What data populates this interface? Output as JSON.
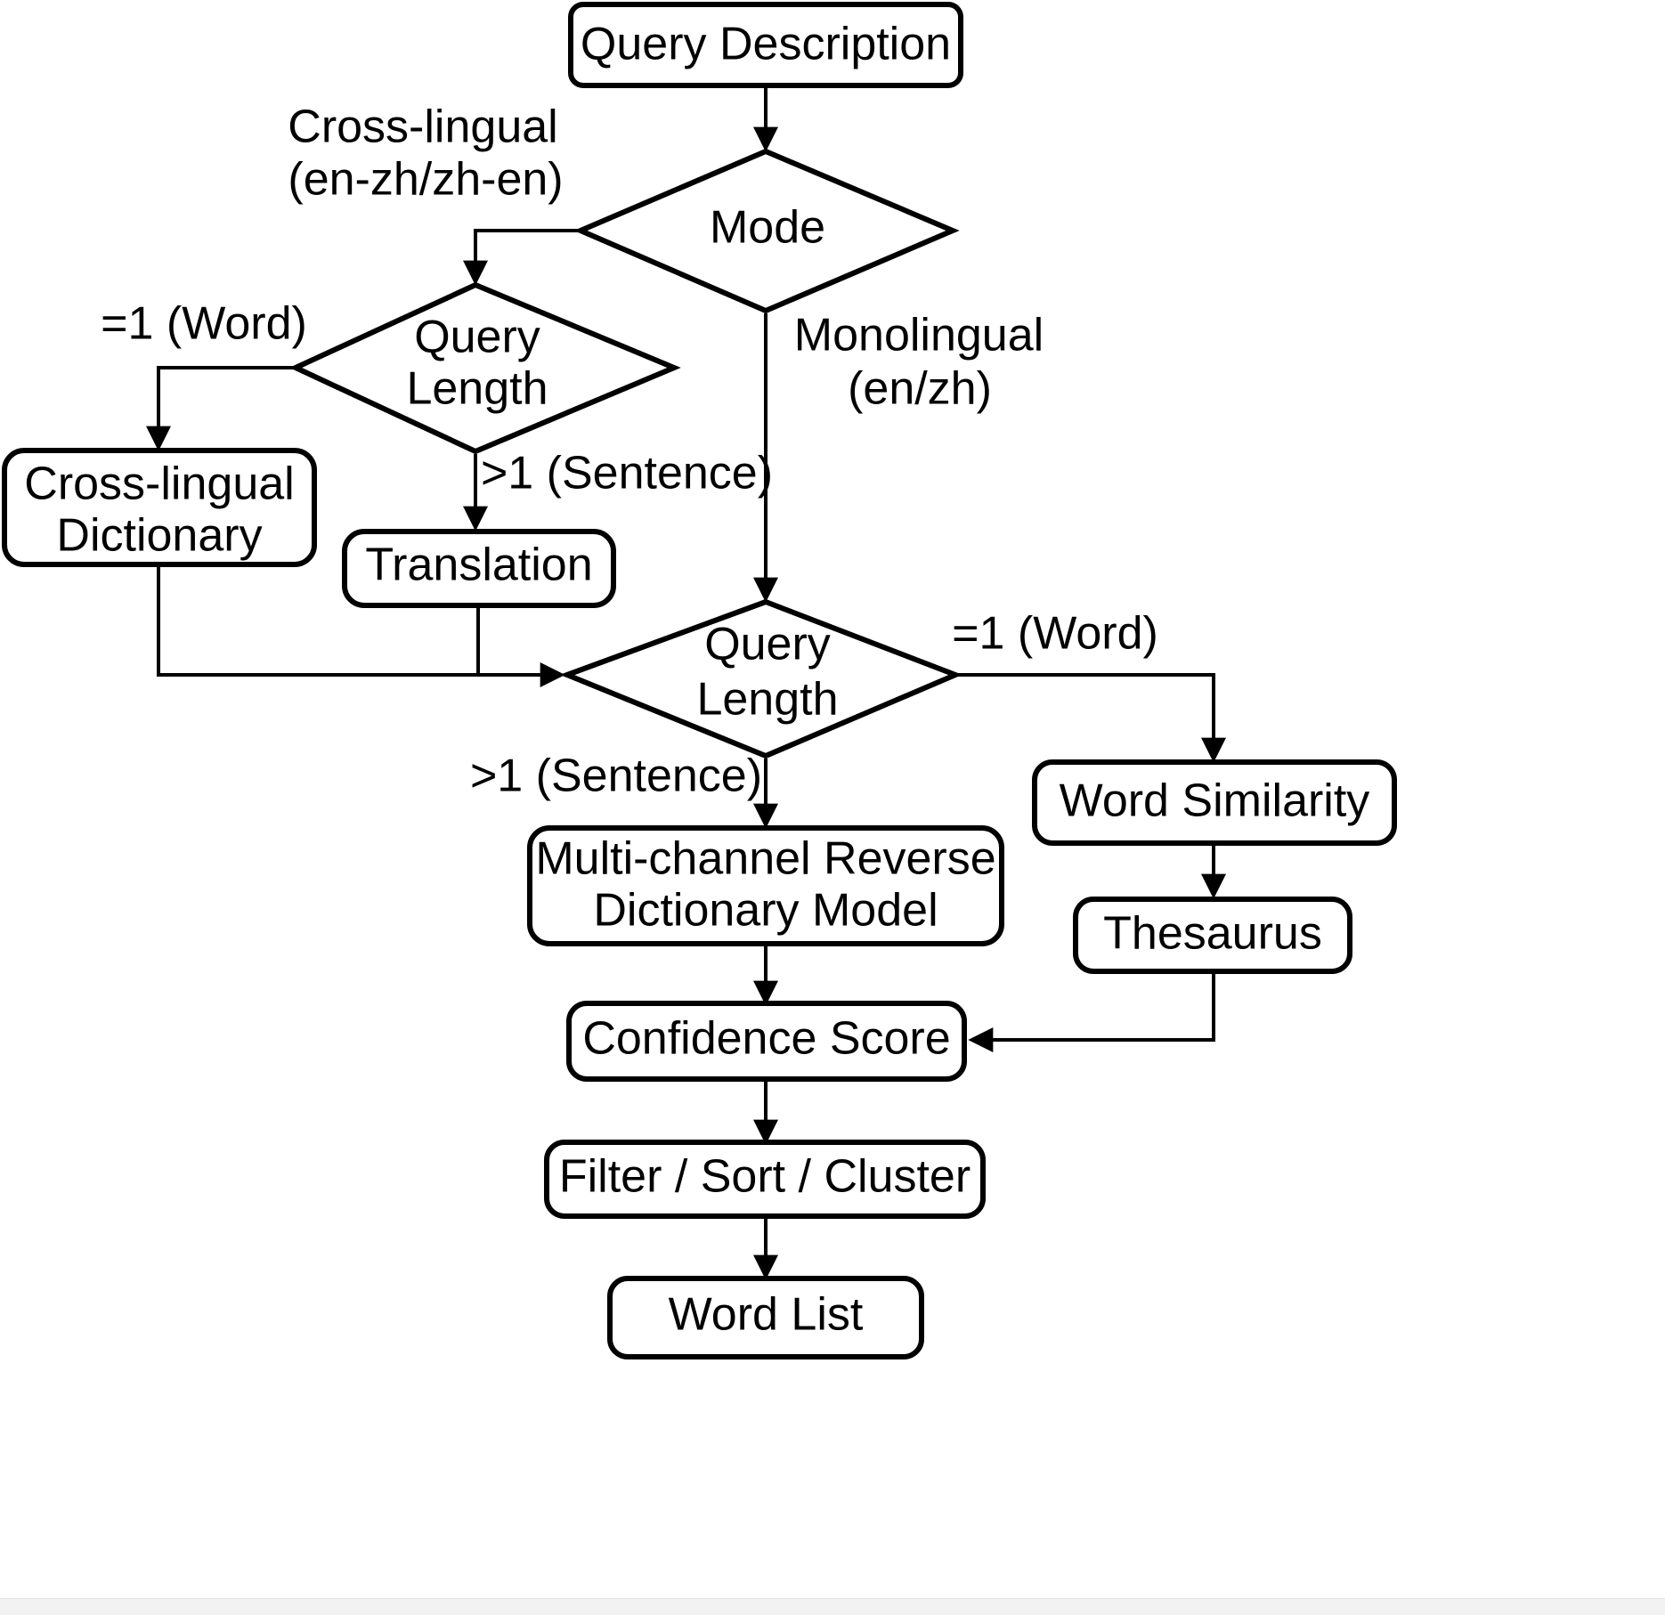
{
  "diagram": {
    "title": "Reverse Dictionary Query Processing Flowchart",
    "colors": {
      "stroke": "#000000",
      "fill": "#ffffff",
      "text": "#000000"
    },
    "nodes": {
      "query_description": {
        "label": "Query Description",
        "shape": "rounded-rect"
      },
      "mode": {
        "label": "Mode",
        "shape": "diamond"
      },
      "query_length_left": {
        "label_line1": "Query",
        "label_line2": "Length",
        "shape": "diamond"
      },
      "cross_lingual_dictionary": {
        "label_line1": "Cross-lingual",
        "label_line2": "Dictionary",
        "shape": "rounded-rect"
      },
      "translation": {
        "label": "Translation",
        "shape": "rounded-rect"
      },
      "query_length_right": {
        "label_line1": "Query",
        "label_line2": "Length",
        "shape": "diamond"
      },
      "word_similarity": {
        "label": "Word Similarity",
        "shape": "rounded-rect"
      },
      "thesaurus": {
        "label": "Thesaurus",
        "shape": "rounded-rect"
      },
      "multi_channel_model": {
        "label_line1": "Multi-channel Reverse",
        "label_line2": "Dictionary Model",
        "shape": "rounded-rect"
      },
      "confidence_score": {
        "label": "Confidence Score",
        "shape": "rounded-rect"
      },
      "filter_sort_cluster": {
        "label": "Filter / Sort / Cluster",
        "shape": "rounded-rect"
      },
      "word_list": {
        "label": "Word List",
        "shape": "rounded-rect"
      }
    },
    "edge_labels": {
      "cross_lingual_line1": "Cross-lingual",
      "cross_lingual_line2": "(en-zh/zh-en)",
      "monolingual_line1": "Monolingual",
      "monolingual_line2": "(en/zh)",
      "word_left": "=1 (Word)",
      "sentence_left": ">1 (Sentence)",
      "word_right": "=1 (Word)",
      "sentence_right": ">1 (Sentence)"
    }
  }
}
